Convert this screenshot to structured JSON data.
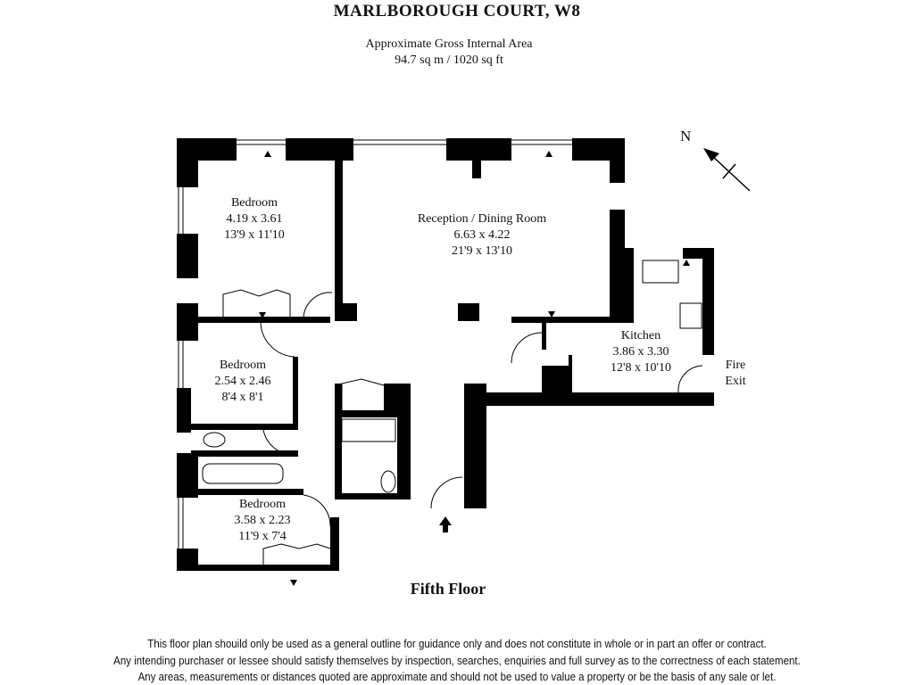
{
  "header": {
    "title": "MARLBOROUGH COURT, W8",
    "area_label": "Approximate Gross Internal Area",
    "area_value": "94.7 sq m / 1020 sq ft"
  },
  "rooms": [
    {
      "name": "Bedroom",
      "metric": "4.19 x 3.61",
      "imperial": "13'9 x 11'10"
    },
    {
      "name": "Reception / Dining Room",
      "metric": "6.63 x 4.22",
      "imperial": "21'9 x 13'10"
    },
    {
      "name": "Kitchen",
      "metric": "3.86 x 3.30",
      "imperial": "12'8 x 10'10"
    },
    {
      "name": "Bedroom",
      "metric": "2.54 x 2.46",
      "imperial": "8'4 x 8'1"
    },
    {
      "name": "Bedroom",
      "metric": "3.58 x 2.23",
      "imperial": "11'9 x 7'4"
    }
  ],
  "fire_exit": {
    "line1": "Fire",
    "line2": "Exit"
  },
  "compass": {
    "label": "N"
  },
  "floor_label": "Fifth Floor",
  "disclaimer": [
    "This floor plan shouild only be used as a general outline for guidance only and does not constitute in whole or in part an offer or contract.",
    "Any intending purchaser or lessee should satisfy themselves by inspection, searches, enquiries and full survey as to the correctness of each statement.",
    "Any areas, measurements or distances quoted are approximate and should not be used to value a property or be the basis of any sale or let."
  ]
}
